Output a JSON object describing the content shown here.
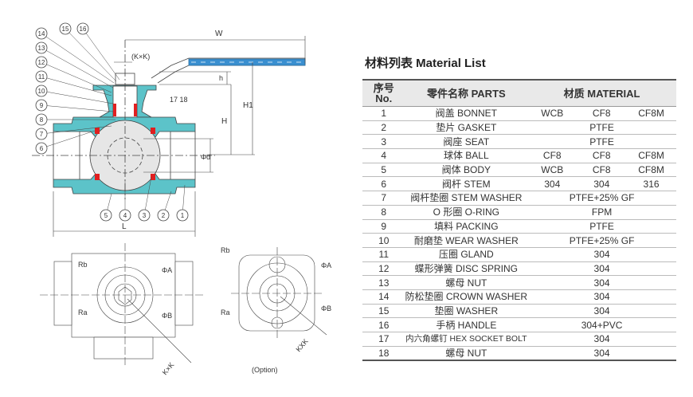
{
  "title": "材料列表 Material List",
  "table": {
    "headers": {
      "no_cn": "序号",
      "no_en": "No.",
      "parts": "零件名称 PARTS",
      "material": "材质 MATERIAL"
    },
    "rows": [
      {
        "no": "1",
        "part": "阀盖 BONNET",
        "m": [
          "WCB",
          "CF8",
          "CF8M"
        ]
      },
      {
        "no": "2",
        "part": "垫片 GASKET",
        "m": [
          "PTFE"
        ]
      },
      {
        "no": "3",
        "part": "阀座 SEAT",
        "m": [
          "PTFE"
        ]
      },
      {
        "no": "4",
        "part": "球体 BALL",
        "m": [
          "CF8",
          "CF8",
          "CF8M"
        ]
      },
      {
        "no": "5",
        "part": "阀体 BODY",
        "m": [
          "WCB",
          "CF8",
          "CF8M"
        ]
      },
      {
        "no": "6",
        "part": "阀杆 STEM",
        "m": [
          "304",
          "304",
          "316"
        ]
      },
      {
        "no": "7",
        "part": "阀杆垫圈 STEM WASHER",
        "m": [
          "PTFE+25% GF"
        ]
      },
      {
        "no": "8",
        "part": "O 形圈 O-RING",
        "m": [
          "FPM"
        ]
      },
      {
        "no": "9",
        "part": "填料 PACKING",
        "m": [
          "PTFE"
        ]
      },
      {
        "no": "10",
        "part": "耐磨垫 WEAR WASHER",
        "m": [
          "PTFE+25% GF"
        ]
      },
      {
        "no": "11",
        "part": "压圈 GLAND",
        "m": [
          "304"
        ]
      },
      {
        "no": "12",
        "part": "蝶形弹簧 DISC SPRING",
        "m": [
          "304"
        ]
      },
      {
        "no": "13",
        "part": "螺母 NUT",
        "m": [
          "304"
        ]
      },
      {
        "no": "14",
        "part": "防松垫圈 CROWN WASHER",
        "m": [
          "304"
        ]
      },
      {
        "no": "15",
        "part": "垫圈 WASHER",
        "m": [
          "304"
        ]
      },
      {
        "no": "16",
        "part": "手柄 HANDLE",
        "m": [
          "304+PVC"
        ]
      },
      {
        "no": "17",
        "part": "内六角螺钉 HEX SOCKET BOLT",
        "m": [
          "304"
        ]
      },
      {
        "no": "18",
        "part": "螺母 NUT",
        "m": [
          "304"
        ]
      }
    ]
  },
  "drawing": {
    "dims": {
      "W": "W",
      "KK": "(K×K)",
      "h": "h",
      "H": "H",
      "H1": "H1",
      "d": "Φd",
      "L": "L",
      "bolt": "17 18"
    },
    "callouts_left": [
      "14",
      "13",
      "12",
      "11",
      "10",
      "9",
      "8",
      "7",
      "6"
    ],
    "callouts_top": [
      "15",
      "16"
    ],
    "callouts_bottom": [
      "5",
      "4",
      "3",
      "2",
      "1"
    ],
    "view1": {
      "Rb": "Rb",
      "Ra": "Ra",
      "A": "ΦA",
      "B": "ΦB",
      "KK": "K×K"
    },
    "view2": {
      "Rb": "Rb",
      "Ra": "Ra",
      "A": "ΦA",
      "B": "ΦB",
      "KK": "KXK",
      "option": "(Option)"
    }
  },
  "colors": {
    "body": "#5cc3c9",
    "seal": "#e02020",
    "handle": "#3a8fd0",
    "ball": "#e6e6e6"
  }
}
